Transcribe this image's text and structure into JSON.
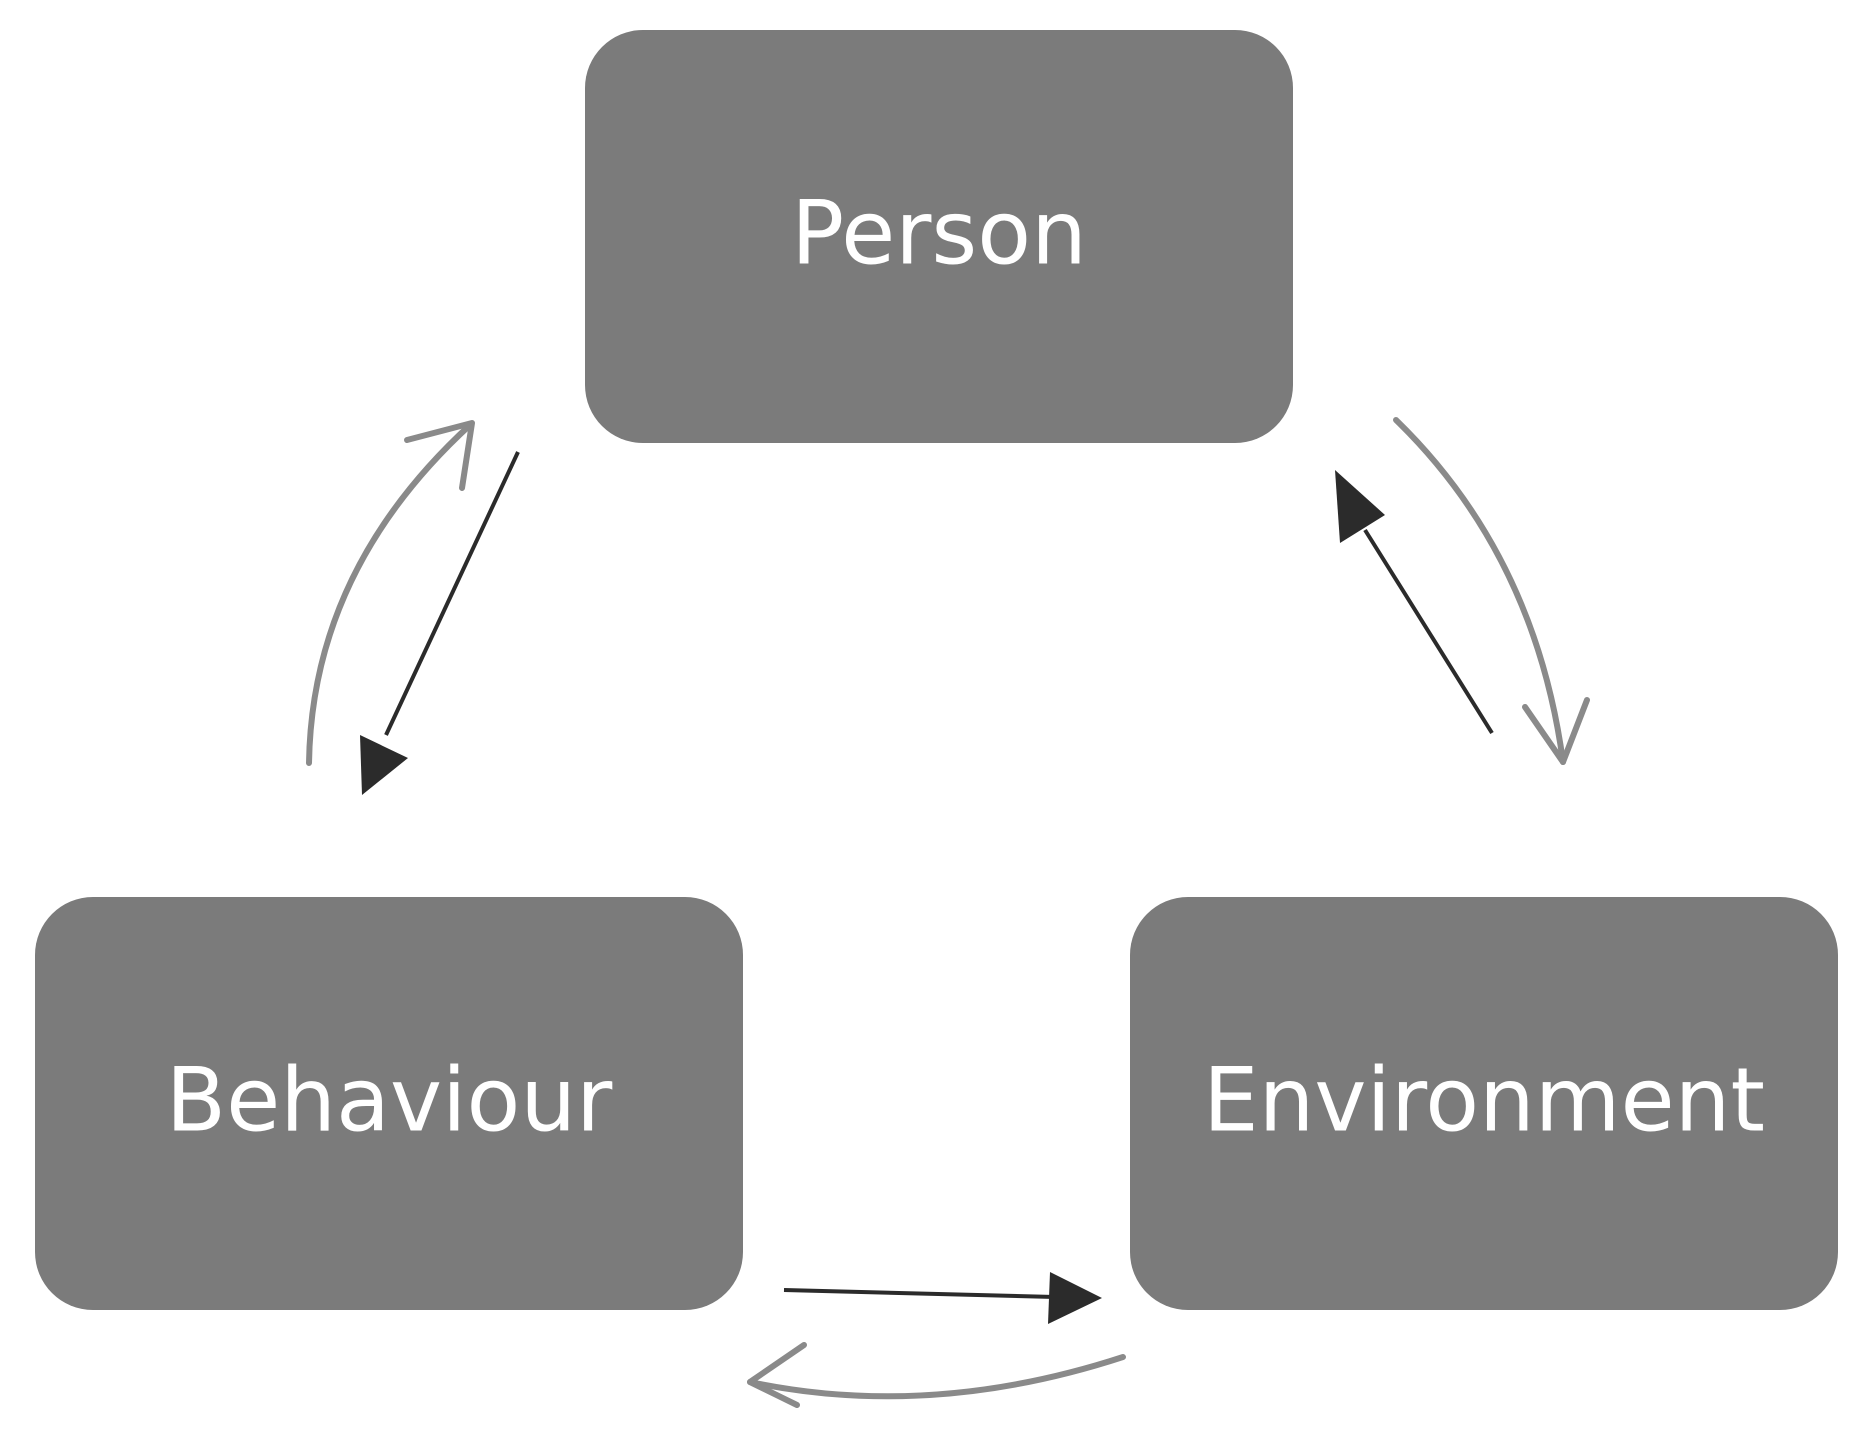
{
  "diagram": {
    "nodes": [
      {
        "id": "person",
        "label": "Person"
      },
      {
        "id": "behaviour",
        "label": "Behaviour"
      },
      {
        "id": "environment",
        "label": "Environment"
      }
    ],
    "edges": [
      {
        "from": "person",
        "to": "behaviour",
        "style": "solid-dark"
      },
      {
        "from": "behaviour",
        "to": "person",
        "style": "curved-light"
      },
      {
        "from": "environment",
        "to": "person",
        "style": "solid-dark"
      },
      {
        "from": "person",
        "to": "environment",
        "style": "curved-light"
      },
      {
        "from": "behaviour",
        "to": "environment",
        "style": "solid-dark"
      },
      {
        "from": "environment",
        "to": "behaviour",
        "style": "curved-light"
      }
    ],
    "colors": {
      "node_fill": "#7b7b7b",
      "node_text": "#ffffff",
      "dark_arrow": "#2b2b2b",
      "light_arrow": "#8a8a8a"
    }
  }
}
